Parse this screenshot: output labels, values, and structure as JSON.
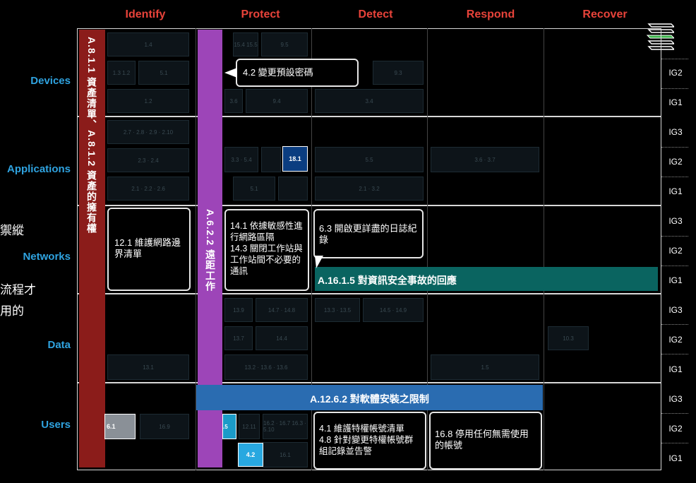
{
  "functions": [
    "Identify",
    "Protect",
    "Detect",
    "Respond",
    "Recover"
  ],
  "rows": [
    "Devices",
    "Applications",
    "Networks",
    "Data",
    "Users"
  ],
  "ig_labels": [
    "IG3",
    "IG2",
    "IG1"
  ],
  "side_text": [
    "禦縱",
    "流程才",
    "用的"
  ],
  "controls": {
    "asset_inventory": "A.8.1.1 資產清單、A.8.1.2 資產的擁有權",
    "remote_work": "A.6.2.2 遠距工作",
    "incident_response": "A.16.1.5 對資訊安全事故的回應",
    "software_restriction": "A.12.6.2 對軟體安裝之限制"
  },
  "callouts": {
    "change_default_password": "4.2 變更預設密碼",
    "boundary_inventory": "12.1 維護網路邊界清單",
    "network_segmentation": "14.1 依據敏感性進行網路區隔\n14.3 關閉工作站與工作站間不必要的通訊",
    "detailed_logging": "6.3 開啟更詳盡的日誌紀錄",
    "privileged_accounts": "4.1 維護特權帳號清單\n4.8 針對變更特權帳號群組記錄並告警",
    "disable_accounts": "16.8 停用任何無需使用的帳號"
  },
  "badges": {
    "b181": "18.1",
    "b61": "6.1",
    "b5": ".5",
    "b42": "4.2"
  },
  "faded_cells": {
    "dev_ig3_a": "1.4",
    "dev_ig3_b": "15.4\n15.5",
    "dev_ig3_c": "9.5",
    "dev_ig2_a": "1.3\n1.2",
    "dev_ig2_b": "5.1",
    "dev_ig2_c": "9.3",
    "dev_ig1_a": "1.2",
    "dev_ig1_b": "3.6",
    "dev_ig1_c": "9.4",
    "dev_ig1_d": "3.4",
    "app_ig3_a": "2.7 · 2.8 · 2.9 · 2.10",
    "app_ig2_a": "2.3 · 2.4",
    "app_ig2_b": "3.3 · 5.4",
    "app_ig2_c": "5.5",
    "app_ig2_d": "3.6 · 3.7",
    "app_ig1_a": "2.1 · 2.2 · 2.6",
    "app_ig1_b": "5.1",
    "app_ig1_c": "2.1 · 3.2",
    "data_ig3_a": "13.9",
    "data_ig3_b": "14.7 · 14.8",
    "data_ig3_c": "13.3 · 13.5",
    "data_ig3_d": "14.5 · 14.9",
    "data_ig2_a": "13.7",
    "data_ig2_b": "14.4",
    "data_ig2_c": "10.3",
    "data_ig1_a": "13.1",
    "data_ig1_b": "13.2 · 13.6 · 13.6",
    "data_ig1_c": "1.5",
    "usr_ig2_a": "16.9",
    "usr_ig2_b": "12.11",
    "usr_ig2_c": "16.2 · 16.7\n16.3 · 5.10",
    "usr_ig1_a": "16.1"
  },
  "colors": {
    "function_header": "#e8433a",
    "row_label": "#2fa3e0",
    "asset_bar": "#8b1c1a",
    "remote_bar": "#9d45b8",
    "incident_bar": "#0a6460",
    "software_bar": "#2a6cb1",
    "badge_dark_blue": "#0b3d80",
    "badge_light_blue": "#28a8e0",
    "badge_gray": "#8a9097"
  }
}
